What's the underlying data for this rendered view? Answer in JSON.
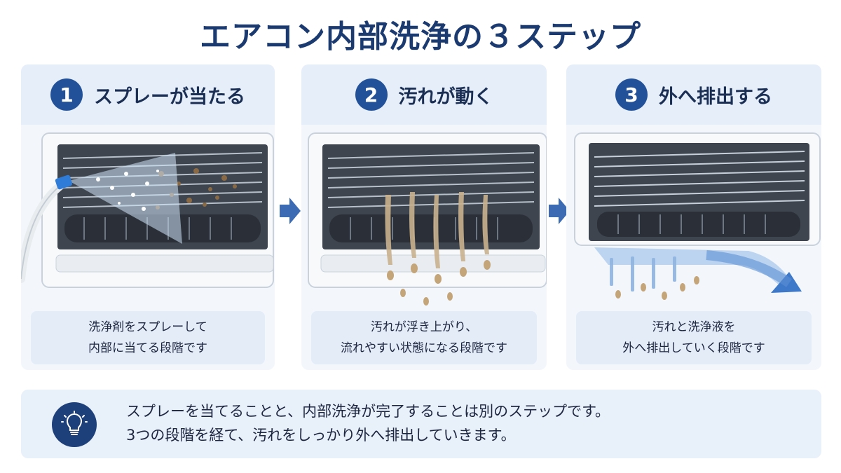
{
  "title": "エアコン内部洗浄の３ステップ",
  "steps": [
    {
      "number": "1",
      "label": "スプレーが当たる",
      "caption_line1": "洗浄剤をスプレーして",
      "caption_line2": "内部に当てる段階です"
    },
    {
      "number": "2",
      "label": "汚れが動く",
      "caption_line1": "汚れが浮き上がり、",
      "caption_line2": "流れやすい状態になる段階です"
    },
    {
      "number": "3",
      "label": "外へ排出する",
      "caption_line1": "汚れと洗浄液を",
      "caption_line2": "外へ排出していく段階です"
    }
  ],
  "note": {
    "line1": "スプレーを当てることと、内部洗浄が完了することは別のステップです。",
    "line2": "3つの段階を経て、汚れをしっかり外へ排出していきます。"
  },
  "colors": {
    "accent": "#22519a",
    "title": "#1b3a70",
    "card_bg": "#f3f7fc",
    "card_header_bg": "#e6eff9",
    "caption_bg": "#e3ecf7",
    "arrow": "#3d6bb3"
  },
  "icons": [
    "arrow-right-icon",
    "lightbulb-icon",
    "spray-hose-icon"
  ]
}
